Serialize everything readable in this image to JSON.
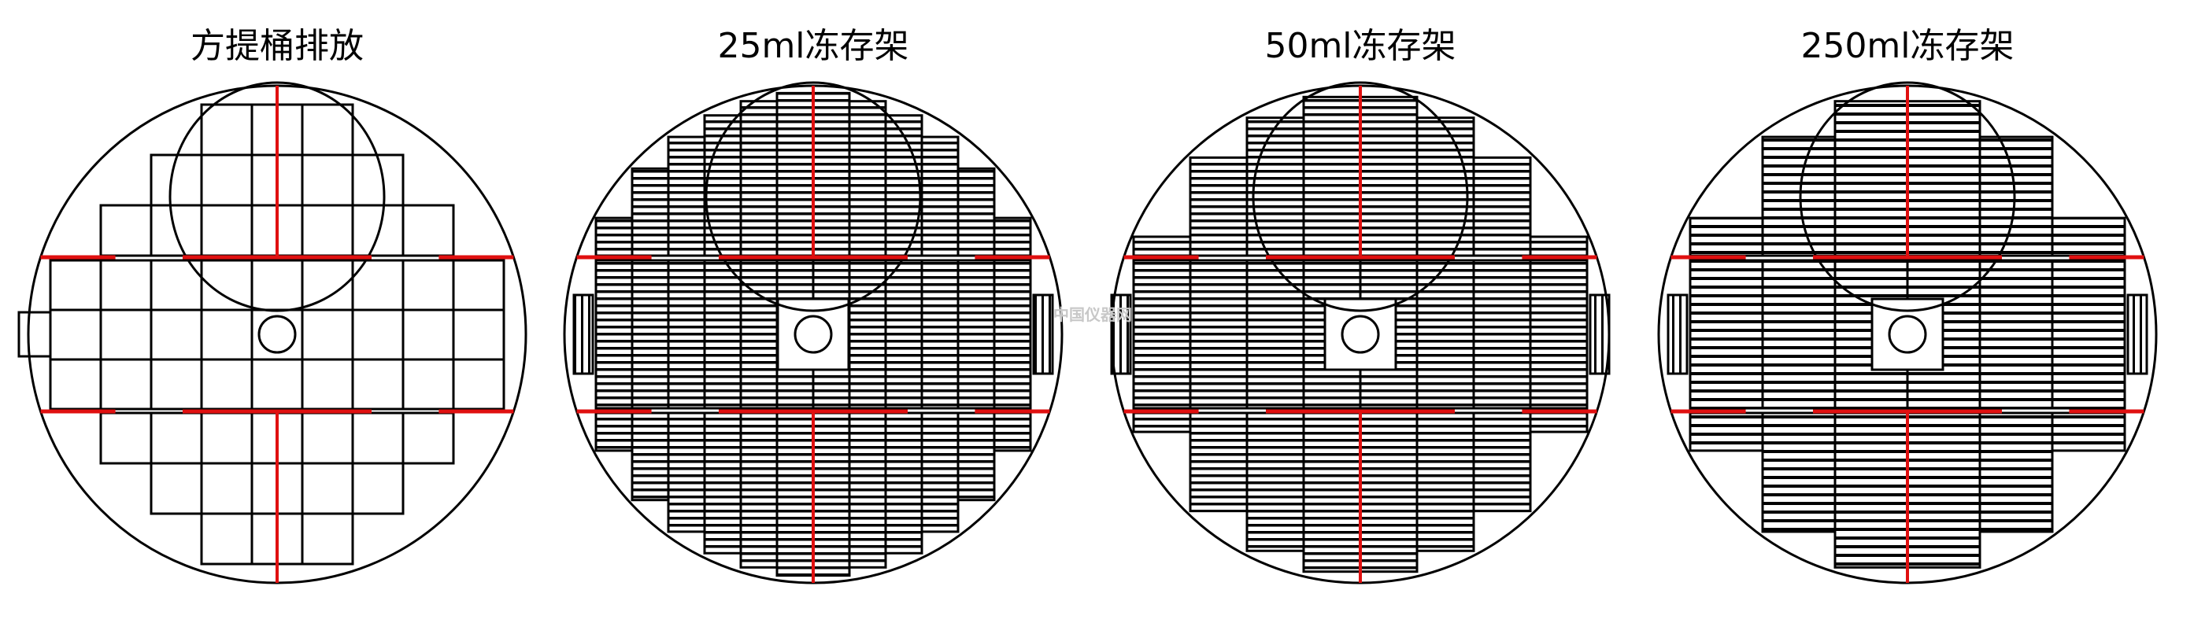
{
  "panels": [
    {
      "title": "方提桶排放",
      "kind": "bucket"
    },
    {
      "title": "25ml冻存架",
      "kind": "rack25"
    },
    {
      "title": "50ml冻存架",
      "kind": "rack50"
    },
    {
      "title": "250ml冻存架",
      "kind": "rack250"
    }
  ],
  "watermark": "中国仪器网",
  "colors": {
    "outline": "#000000",
    "divider": "#e01010",
    "background": "#ffffff"
  }
}
